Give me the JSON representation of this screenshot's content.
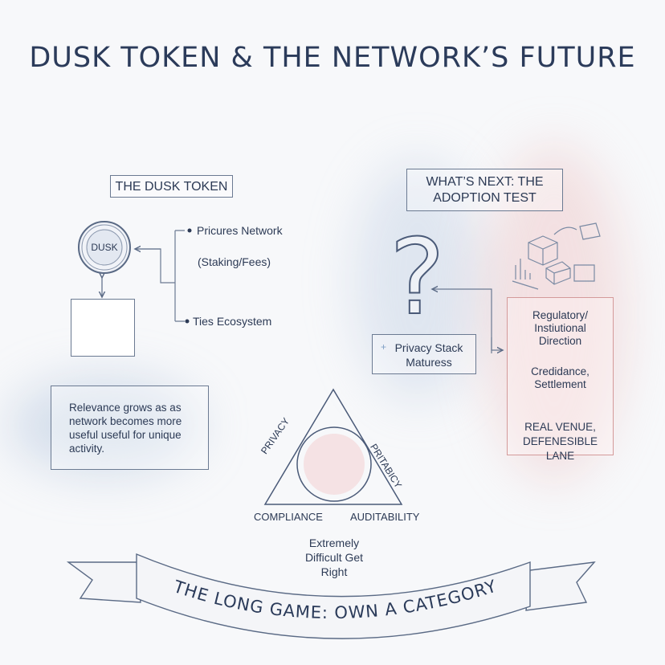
{
  "title": "DUSK TOKEN & THE NETWORK’S FUTURE",
  "token_section": {
    "heading": "THE DUSK TOKEN",
    "coin_label": "DUSK",
    "points": [
      "Pricures Network",
      "(Staking/Fees)",
      "Ties Ecosystem"
    ]
  },
  "relevance_note": "Relevance grows as as network becomes more useful useful for unique activity.",
  "next_section": {
    "heading_line1": "WHAT’S NEXT: THE",
    "heading_line2": "ADOPTION TEST",
    "privacy_stack": "Privacy Stack Maturess",
    "direction_box": {
      "line1": "Regulatory/ Instiutional Direction",
      "line2": "Credidance, Settlement",
      "line3": "REAL VENUE, DEFENESIBLE LANE"
    }
  },
  "triangle": {
    "left": "PRIVACY",
    "right": "PRITABICY",
    "bottom_left": "COMPLIANCE",
    "bottom_right": "AUDITABILITY",
    "caption": "Extremely Difficult Get Right"
  },
  "banner": "THE LONG GAME: OWN A CATEGORY"
}
